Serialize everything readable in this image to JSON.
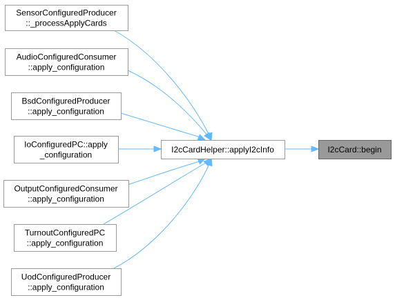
{
  "graph": {
    "nodes": [
      {
        "id": "sensor",
        "lines": [
          "SensorConfiguredProducer",
          "::_processApplyCards"
        ]
      },
      {
        "id": "audio",
        "lines": [
          "AudioConfiguredConsumer",
          "::apply_configuration"
        ]
      },
      {
        "id": "bsd",
        "lines": [
          "BsdConfiguredProducer",
          "::apply_configuration"
        ]
      },
      {
        "id": "io",
        "lines": [
          "IoConfiguredPC::apply",
          "_configuration"
        ]
      },
      {
        "id": "output",
        "lines": [
          "OutputConfiguredConsumer",
          "::apply_configuration"
        ]
      },
      {
        "id": "turnout",
        "lines": [
          "TurnoutConfiguredPC",
          "::apply_configuration"
        ]
      },
      {
        "id": "uod",
        "lines": [
          "UodConfiguredProducer",
          "::apply_configuration"
        ]
      },
      {
        "id": "helper",
        "lines": [
          "I2cCardHelper::applyI2cInfo"
        ]
      },
      {
        "id": "begin",
        "lines": [
          "I2cCard::begin"
        ],
        "focus": true
      }
    ],
    "edges": [
      {
        "from": "helper",
        "to": "begin"
      },
      {
        "from": "sensor",
        "to": "helper"
      },
      {
        "from": "audio",
        "to": "helper"
      },
      {
        "from": "bsd",
        "to": "helper"
      },
      {
        "from": "io",
        "to": "helper"
      },
      {
        "from": "output",
        "to": "helper"
      },
      {
        "from": "turnout",
        "to": "helper"
      },
      {
        "from": "uod",
        "to": "helper"
      }
    ],
    "colors": {
      "edge": "#63b8ff",
      "node_border": "#999999",
      "focus_fill": "#999999"
    }
  }
}
